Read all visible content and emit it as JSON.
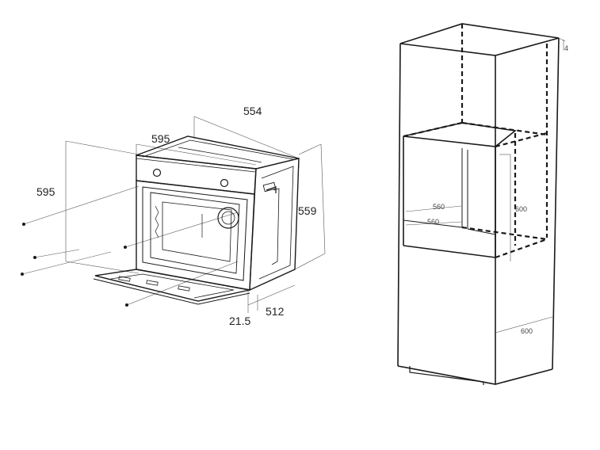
{
  "oven": {
    "dimensions": {
      "top_depth": "554",
      "front_width": "595",
      "height": "595",
      "side_height": "559",
      "door_thickness": "21.5",
      "body_depth": "512"
    }
  },
  "cabinet": {
    "dimensions": {
      "top_gap": "4",
      "niche_width_upper": "560",
      "niche_width_lower": "560",
      "niche_height": "600",
      "cabinet_depth": "600"
    }
  }
}
